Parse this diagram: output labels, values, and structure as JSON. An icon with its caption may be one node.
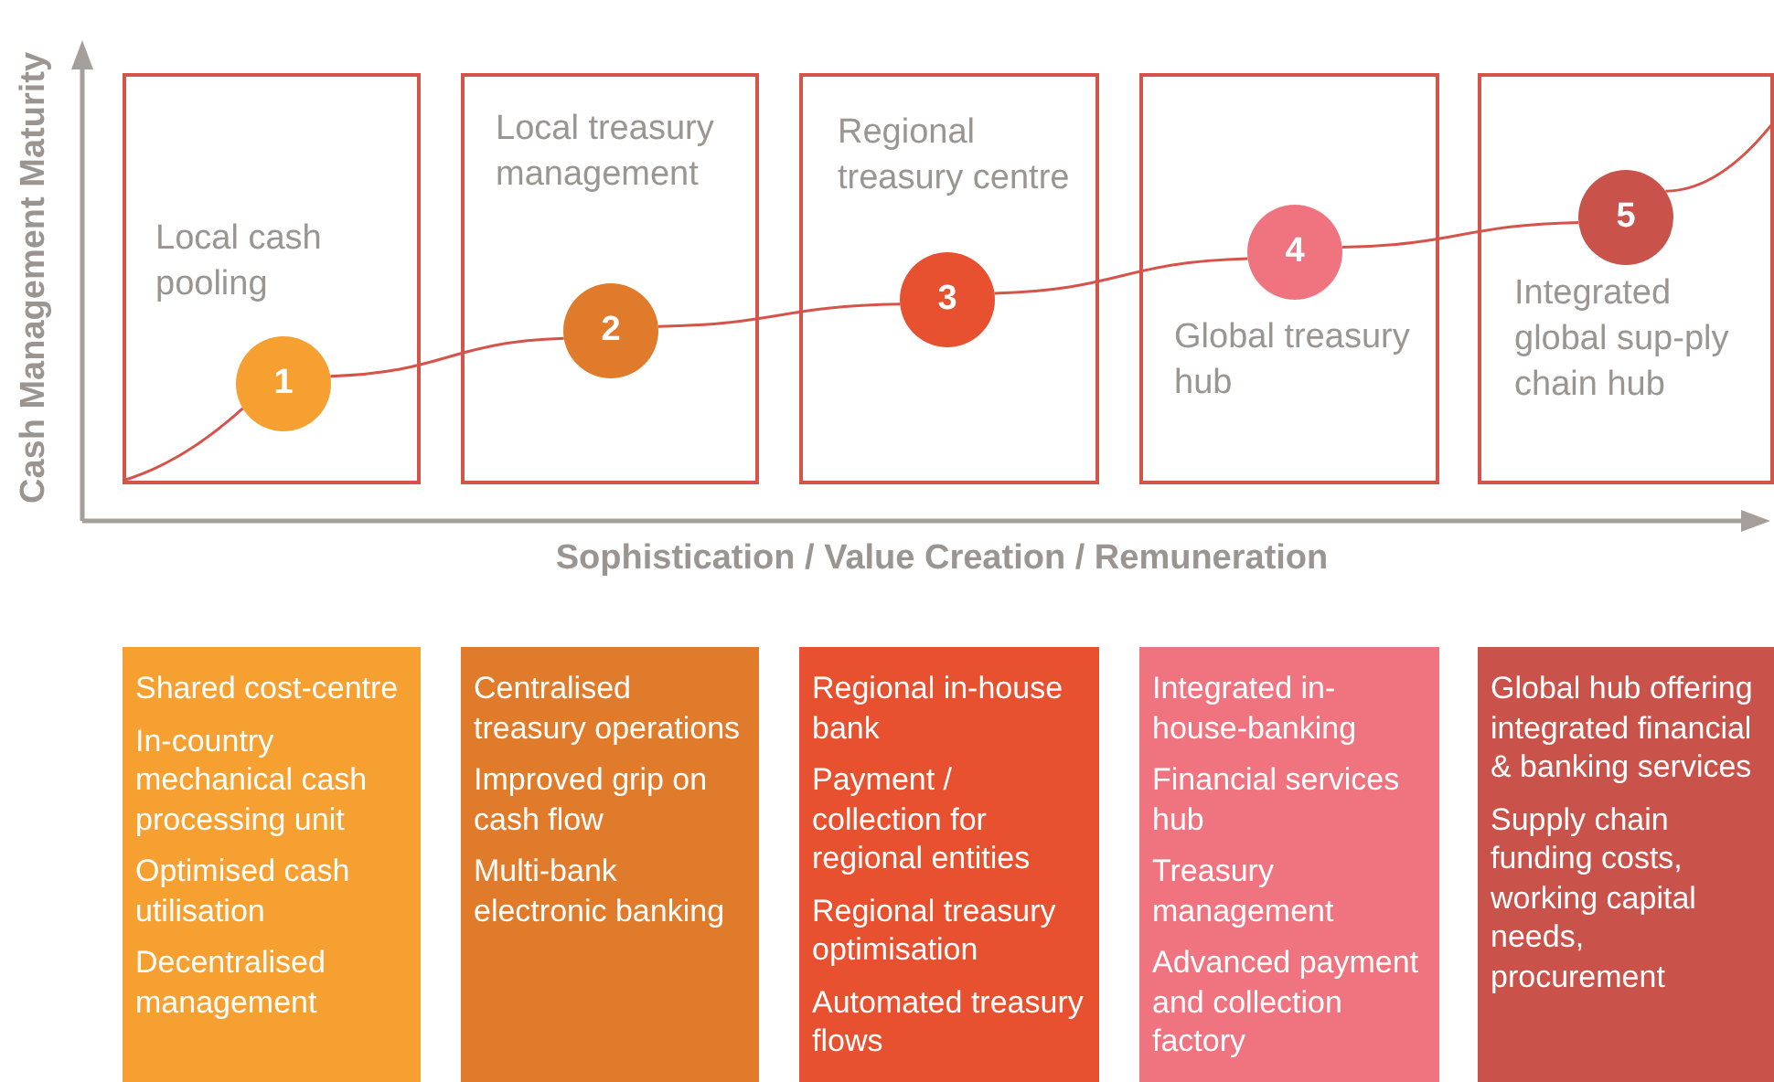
{
  "diagram": {
    "nodes": [
      {
        "text": [
          "Local cash pooling"
        ]
      },
      {
        "text": [
          "Local treasury management"
        ]
      },
      {
        "text": [
          "Regional treasury centre"
        ]
      },
      {
        "text": [
          "Global treasury hub"
        ]
      },
      {
        "text": [
          "Integrated global sup-ply chain hub"
        ]
      },
      {
        "text": [
          "1"
        ],
        "in": 0
      },
      {
        "text": [
          "2"
        ],
        "in": 1
      },
      {
        "text": [
          "3"
        ],
        "in": 2
      },
      {
        "text": [
          "4"
        ],
        "in": 3
      },
      {
        "text": [
          "5"
        ],
        "in": 4
      },
      {
        "text": [
          "Shared cost-centre",
          "In-country mechanical cash processing unit",
          "Optimised cash utilisation",
          "Decentralised management"
        ]
      },
      {
        "text": [
          "Centralised treasury operations",
          "Improved grip on cash flow",
          "Multi-bank electronic banking"
        ]
      },
      {
        "text": [
          "Regional in-house bank",
          "Payment / collection for regional entities",
          "Regional treasury optimisation",
          "Automated treasury flows"
        ]
      },
      {
        "text": [
          "Integrated in-house-banking",
          "Financial services hub",
          "Treasury management",
          "Advanced payment and collection factory"
        ]
      },
      {
        "text": [
          "Global hub offering integrated financial & banking services",
          "Supply chain funding costs, working capital needs, procurement"
        ]
      }
    ],
    "edges": [
      {
        "from": null,
        "to": 5,
        "arrow": "none"
      },
      {
        "from": 5,
        "to": 6,
        "arrow": "none"
      },
      {
        "from": 6,
        "to": 7,
        "arrow": "none"
      },
      {
        "from": 7,
        "to": 8,
        "arrow": "none"
      },
      {
        "from": 8,
        "to": 9,
        "arrow": "none"
      },
      {
        "from": 9,
        "to": null,
        "arrow": "none"
      }
    ],
    "labels": [
      "Cash Management Maturity",
      "Sophistication / Value Creation / Remuneration"
    ]
  }
}
